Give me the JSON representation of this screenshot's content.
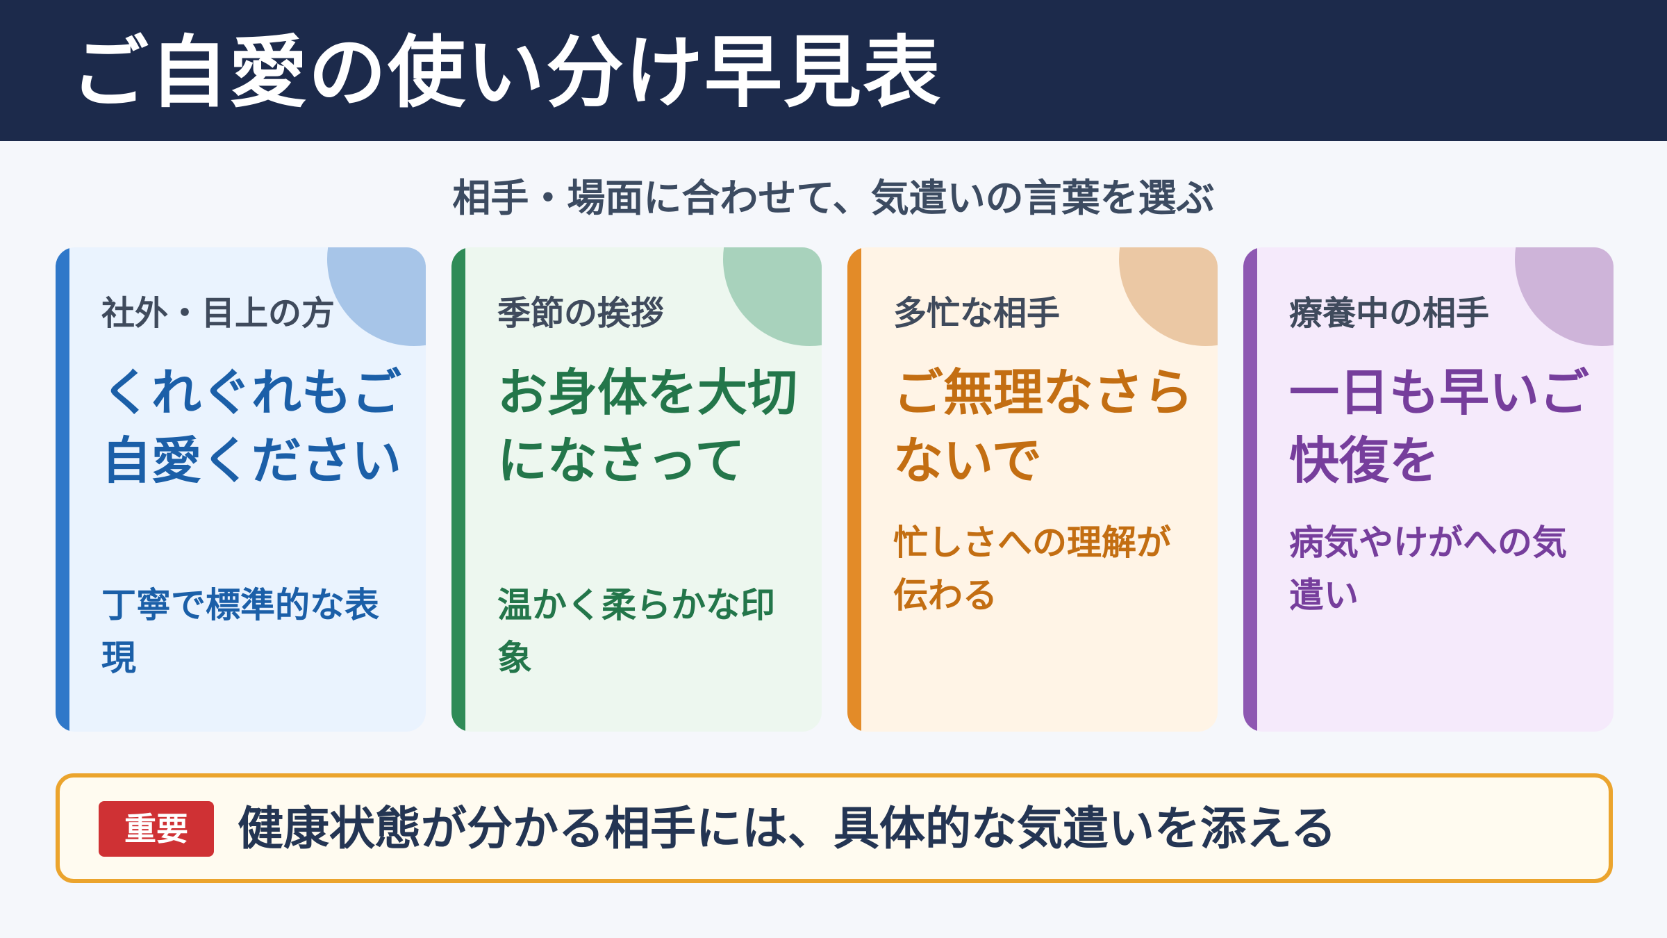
{
  "title": "ご自愛の使い分け早見表",
  "subtitle": "相手・場面に合わせて、気遣いの言葉を選ぶ",
  "cards": [
    {
      "category": "社外・目上の方",
      "phrase": "くれぐれもご自愛ください",
      "note": "丁寧で標準的な表現",
      "accent_color": "#2f78c9",
      "background_color": "#eaf3fe",
      "corner_color": "#a7c5e8",
      "phrase_color": "#1b5fa8",
      "note_color": "#1b5fa8"
    },
    {
      "category": "季節の挨拶",
      "phrase": "お身体を大切になさって",
      "note": "温かく柔らかな印象",
      "accent_color": "#2f8b57",
      "background_color": "#edf7ef",
      "corner_color": "#a8d2bc",
      "phrase_color": "#23764a",
      "note_color": "#23764a"
    },
    {
      "category": "多忙な相手",
      "phrase": "ご無理なさらないで",
      "note": "忙しさへの理解が伝わる",
      "accent_color": "#e38b28",
      "background_color": "#fff4e6",
      "corner_color": "#ebc8a4",
      "phrase_color": "#c36e12",
      "note_color": "#c36e12"
    },
    {
      "category": "療養中の相手",
      "phrase": "一日も早いご快復を",
      "note": "病気やけがへの気遣い",
      "accent_color": "#8e58b2",
      "background_color": "#f5eafb",
      "corner_color": "#ceb4d9",
      "phrase_color": "#763e9c",
      "note_color": "#763e9c"
    }
  ],
  "notice": {
    "badge": "重要",
    "text": "健康状態が分かる相手には、具体的な気遣いを添える"
  }
}
